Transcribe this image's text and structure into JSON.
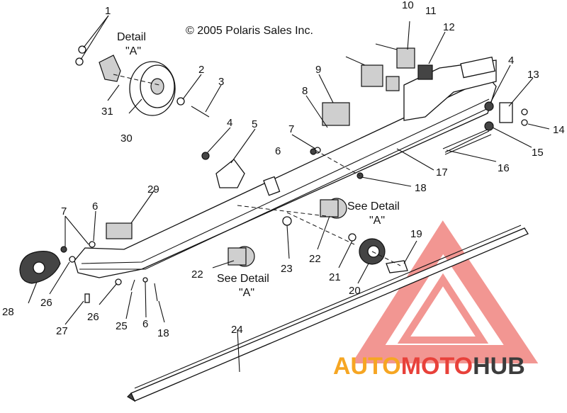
{
  "copyright": "© 2005 Polaris Sales Inc.",
  "detail_label": "Detail",
  "detail_letter": "\"A\"",
  "see_detail_label": "See Detail",
  "see_detail_letter": "\"A\"",
  "callouts": [
    "1",
    "2",
    "3",
    "4",
    "5",
    "6",
    "7",
    "8",
    "9",
    "10",
    "11",
    "12",
    "13",
    "14",
    "15",
    "16",
    "17",
    "18",
    "19",
    "20",
    "21",
    "22",
    "23",
    "24",
    "25",
    "26",
    "27",
    "28",
    "29",
    "30",
    "31"
  ],
  "callout_dup": {
    "4b": "4",
    "6b": "6",
    "7b": "7",
    "18b": "18",
    "22b": "22",
    "26b": "26"
  },
  "watermark": {
    "part1": "AUTO",
    "part2": "MOTO",
    "part3": "HUB",
    "color_orange": "#f6a623",
    "color_red": "#e8413a",
    "color_dark": "#3c3c3c"
  }
}
